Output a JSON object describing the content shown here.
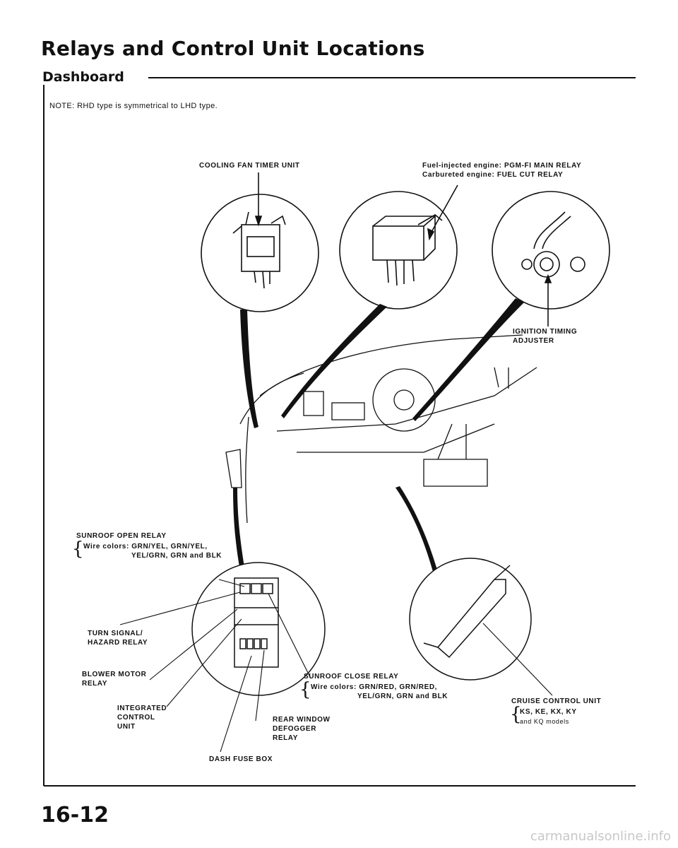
{
  "page": {
    "title": "Relays and Control Unit Locations",
    "section": "Dashboard",
    "note": "NOTE: RHD type is symmetrical to LHD type.",
    "page_number": "16-12",
    "footer": "carmanualsonline.info"
  },
  "labels": {
    "cooling_fan": "COOLING FAN TIMER UNIT",
    "main_relay_line1": "Fuel-injected engine: PGM-FI MAIN RELAY",
    "main_relay_line2": "Carbureted engine: FUEL CUT RELAY",
    "ignition_line1": "IGNITION TIMING",
    "ignition_line2": "ADJUSTER",
    "sunroof_open": "SUNROOF OPEN RELAY",
    "sunroof_open_wire1": "Wire colors:  GRN/YEL, GRN/YEL,",
    "sunroof_open_wire2": "YEL/GRN, GRN and BLK",
    "turn_line1": "TURN SIGNAL/",
    "turn_line2": "HAZARD RELAY",
    "blower_line1": "BLOWER MOTOR",
    "blower_line2": "RELAY",
    "integrated_line1": "INTEGRATED",
    "integrated_line2": "CONTROL",
    "integrated_line3": "UNIT",
    "sunroof_close": "SUNROOF CLOSE RELAY",
    "sunroof_close_wire1": "Wire colors:  GRN/RED, GRN/RED,",
    "sunroof_close_wire2": "YEL/GRN, GRN and BLK",
    "rear_line1": "REAR WINDOW",
    "rear_line2": "DEFOGGER",
    "rear_line3": "RELAY",
    "dash_fuse": "DASH FUSE BOX",
    "cruise_line1": "CRUISE CONTROL UNIT",
    "cruise_line2": "KS, KE, KX, KY",
    "cruise_line3": "and KQ models"
  }
}
